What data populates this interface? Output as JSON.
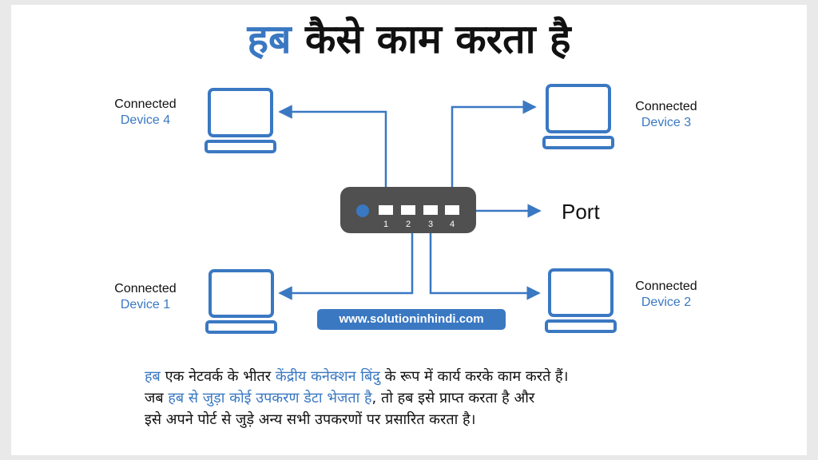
{
  "title": {
    "highlight": "हब",
    "rest": "कैसे काम करता है"
  },
  "devices": {
    "d4": {
      "line1": "Connected",
      "line2": "Device 4"
    },
    "d3": {
      "line1": "Connected",
      "line2": "Device 3"
    },
    "d1": {
      "line1": "Connected",
      "line2": "Device 1"
    },
    "d2": {
      "line1": "Connected",
      "line2": "Device 2"
    }
  },
  "hub": {
    "ports": [
      "1",
      "2",
      "3",
      "4"
    ]
  },
  "port_label": "Port",
  "website": "www.solutioninhindi.com",
  "description": {
    "line1": [
      {
        "text": "हब",
        "hl": true
      },
      {
        "text": " एक नेटवर्क के भीतर ",
        "hl": false
      },
      {
        "text": "केंद्रीय कनेक्शन बिंदु",
        "hl": true
      },
      {
        "text": " के रूप में कार्य करके काम करते हैं।",
        "hl": false
      }
    ],
    "line2": [
      {
        "text": "जब ",
        "hl": false
      },
      {
        "text": "हब से जुड़ा कोई उपकरण डेटा भेजता है",
        "hl": true
      },
      {
        "text": ", तो हब इसे प्राप्त करता है और",
        "hl": false
      }
    ],
    "line3": [
      {
        "text": "इसे अपने पोर्ट से जुड़े अन्य सभी उपकरणों पर प्रसारित करता है।",
        "hl": false
      }
    ]
  },
  "colors": {
    "accent": "#3a78c2",
    "hub": "#505050",
    "text": "#111111"
  }
}
